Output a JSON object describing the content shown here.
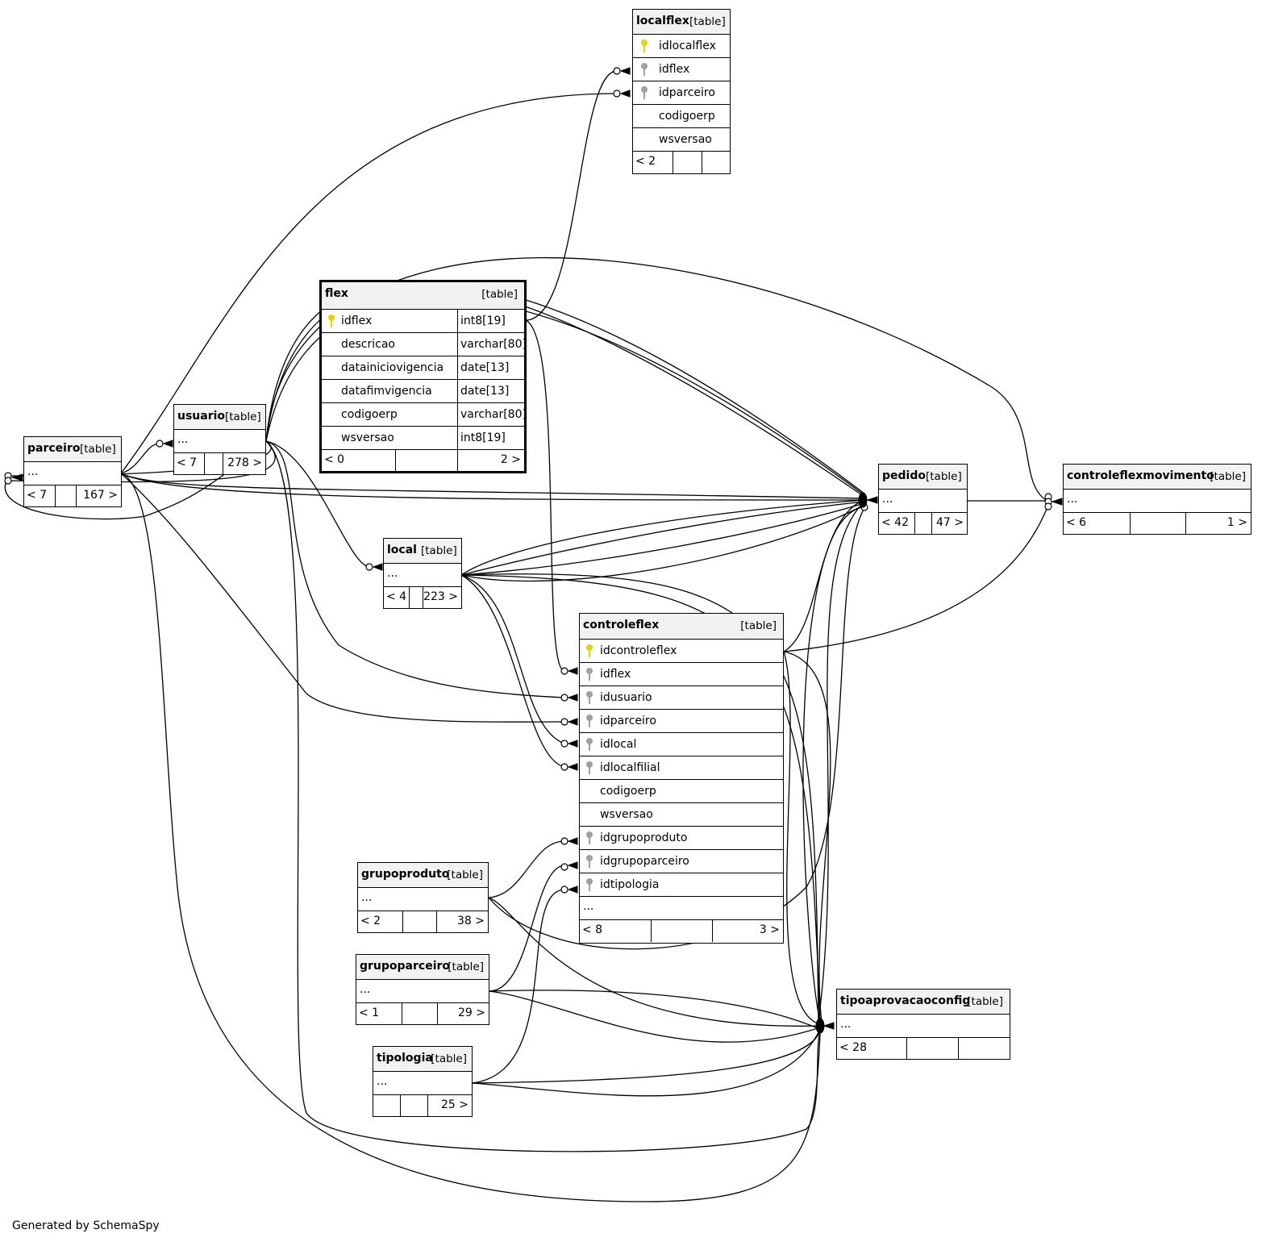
{
  "credit": "Generated by SchemaSpy",
  "table_type_label": "[table]",
  "colors": {
    "primary_key": "#e8d200",
    "foreign_key": "#a0a0a0",
    "header_bg": "#f2f2f2"
  },
  "tables": {
    "localflex": {
      "name": "localflex",
      "columns": [
        {
          "name": "idlocalflex",
          "key": "primary"
        },
        {
          "name": "idflex",
          "key": "foreign"
        },
        {
          "name": "idparceiro",
          "key": "foreign"
        },
        {
          "name": "codigoerp",
          "key": "none"
        },
        {
          "name": "wsversao",
          "key": "none"
        }
      ],
      "footer": {
        "parents": "< 2",
        "children": ""
      }
    },
    "flex": {
      "name": "flex",
      "columns": [
        {
          "name": "idflex",
          "type": "int8[19]",
          "key": "primary"
        },
        {
          "name": "descricao",
          "type": "varchar[80]",
          "key": "none"
        },
        {
          "name": "datainiciovigencia",
          "type": "date[13]",
          "key": "none"
        },
        {
          "name": "datafimvigencia",
          "type": "date[13]",
          "key": "none"
        },
        {
          "name": "codigoerp",
          "type": "varchar[80]",
          "key": "none"
        },
        {
          "name": "wsversao",
          "type": "int8[19]",
          "key": "none"
        }
      ],
      "footer": {
        "parents": "< 0",
        "children": "2 >"
      }
    },
    "usuario": {
      "name": "usuario",
      "ellipsis": "...",
      "footer": {
        "parents": "< 7",
        "children": "278 >"
      }
    },
    "parceiro": {
      "name": "parceiro",
      "ellipsis": "...",
      "footer": {
        "parents": "< 7",
        "children": "167 >"
      }
    },
    "local": {
      "name": "local",
      "ellipsis": "...",
      "footer": {
        "parents": "< 4",
        "children": "223 >"
      }
    },
    "pedido": {
      "name": "pedido",
      "ellipsis": "...",
      "footer": {
        "parents": "< 42",
        "children": "47 >"
      }
    },
    "controleflexmovimento": {
      "name": "controleflexmovimento",
      "ellipsis": "...",
      "footer": {
        "parents": "< 6",
        "children": "1 >"
      }
    },
    "controleflex": {
      "name": "controleflex",
      "columns": [
        {
          "name": "idcontroleflex",
          "key": "primary"
        },
        {
          "name": "idflex",
          "key": "foreign"
        },
        {
          "name": "idusuario",
          "key": "foreign"
        },
        {
          "name": "idparceiro",
          "key": "foreign"
        },
        {
          "name": "idlocal",
          "key": "foreign"
        },
        {
          "name": "idlocalfilial",
          "key": "foreign"
        },
        {
          "name": "codigoerp",
          "key": "none"
        },
        {
          "name": "wsversao",
          "key": "none"
        },
        {
          "name": "idgrupoproduto",
          "key": "foreign"
        },
        {
          "name": "idgrupoparceiro",
          "key": "foreign"
        },
        {
          "name": "idtipologia",
          "key": "foreign"
        }
      ],
      "ellipsis": "...",
      "footer": {
        "parents": "< 8",
        "children": "3 >"
      }
    },
    "grupoproduto": {
      "name": "grupoproduto",
      "ellipsis": "...",
      "footer": {
        "parents": "< 2",
        "children": "38 >"
      }
    },
    "grupoparceiro": {
      "name": "grupoparceiro",
      "ellipsis": "...",
      "footer": {
        "parents": "< 1",
        "children": "29 >"
      }
    },
    "tipologia": {
      "name": "tipologia",
      "ellipsis": "...",
      "footer": {
        "parents": "",
        "children": "25 >"
      }
    },
    "tipoaprovacaoconfig": {
      "name": "tipoaprovacaoconfig",
      "ellipsis": "...",
      "footer": {
        "parents": "< 28",
        "children": ""
      }
    }
  }
}
